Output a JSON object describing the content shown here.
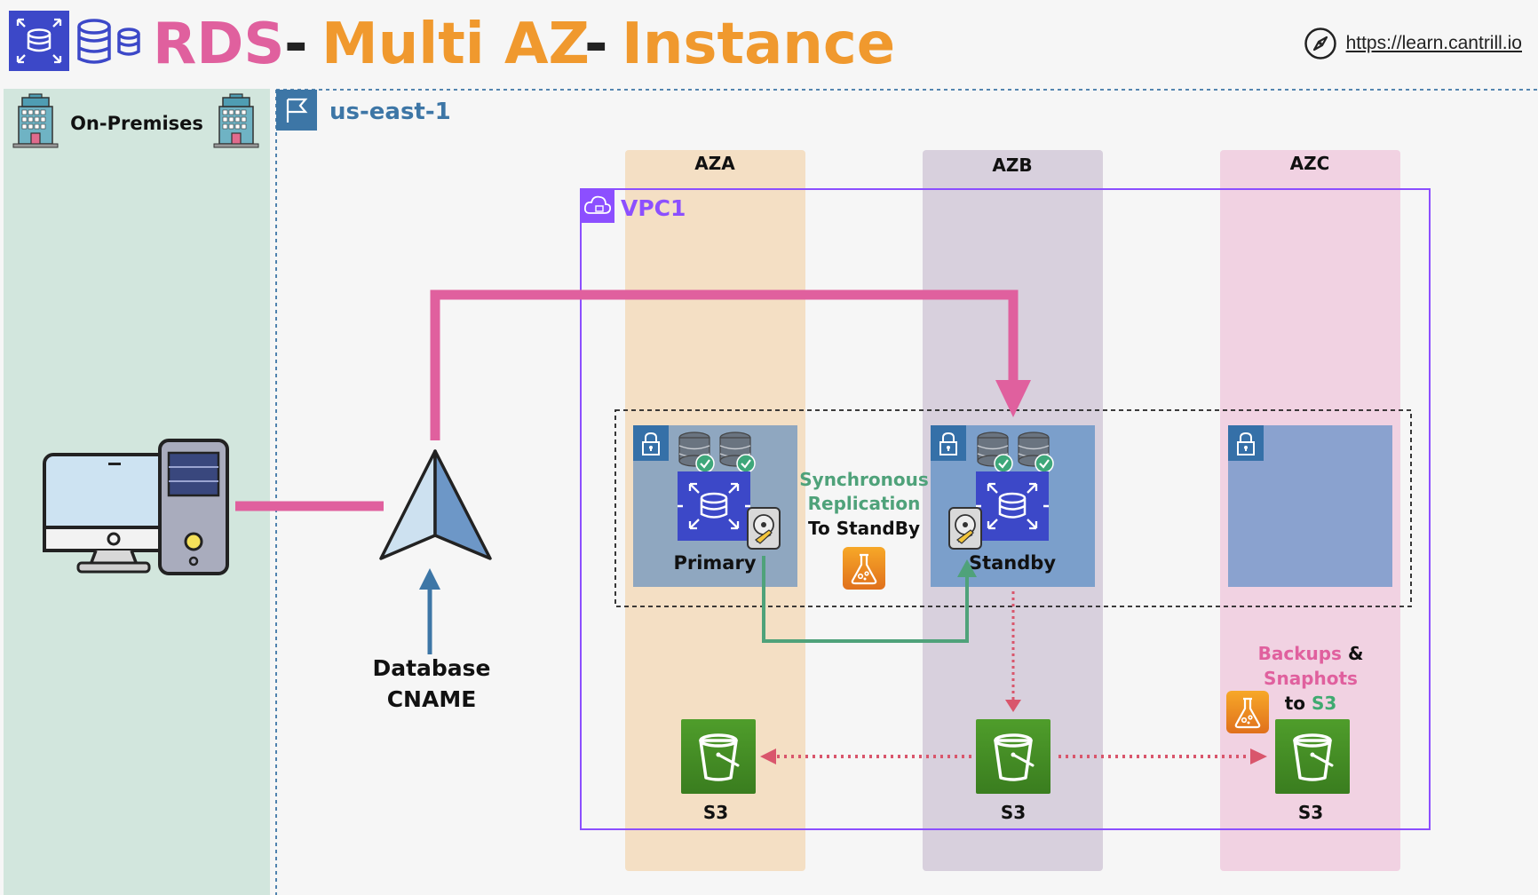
{
  "title": {
    "part1": "RDS",
    "sep1": "-",
    "part2": "Multi AZ",
    "sep2": "-",
    "part3": "Instance"
  },
  "link": {
    "url_text": "https://learn.cantrill.io",
    "icon": "compass-icon"
  },
  "on_premises": {
    "label": "On-Premises",
    "icon": "office-building-icon"
  },
  "region": {
    "label": "us-east-1",
    "icon": "region-flag-icon"
  },
  "availability_zones": [
    {
      "label": "AZA",
      "color": "#f4dfc4"
    },
    {
      "label": "AZB",
      "color": "#d8d0dd"
    },
    {
      "label": "AZC",
      "color": "#f1d2e2"
    }
  ],
  "vpc": {
    "label": "VPC1",
    "icon": "vpc-cloud-icon"
  },
  "client": {
    "icon": "desktop-computer-icon"
  },
  "endpoint": {
    "line1": "Database",
    "line2": "CNAME",
    "icon": "route53-endpoint-icon"
  },
  "primary": {
    "label": "Primary",
    "icon": "rds-instance-icon"
  },
  "standby": {
    "label": "Standby",
    "icon": "rds-instance-icon"
  },
  "replication": {
    "line1": "Synchronous",
    "line2": "Replication",
    "line3": "To StandBy",
    "icon": "flask-icon"
  },
  "backups": {
    "line1_a": "Backups",
    "line1_b": "&",
    "line2": "Snaphots",
    "line3_a": "to",
    "line3_b": "S3",
    "icon": "flask-icon"
  },
  "s3": {
    "label": "S3",
    "icon": "s3-bucket-icon"
  },
  "colors": {
    "rds_pink": "#e0609e",
    "orange": "#f0992e",
    "region_blue": "#3d76a6",
    "vpc_purple": "#8c4fff",
    "replication_green": "#4fa27a",
    "dotted_red": "#d9566c",
    "s3_green": "#3f8624",
    "subnet_blue": "#7b9fcb"
  }
}
